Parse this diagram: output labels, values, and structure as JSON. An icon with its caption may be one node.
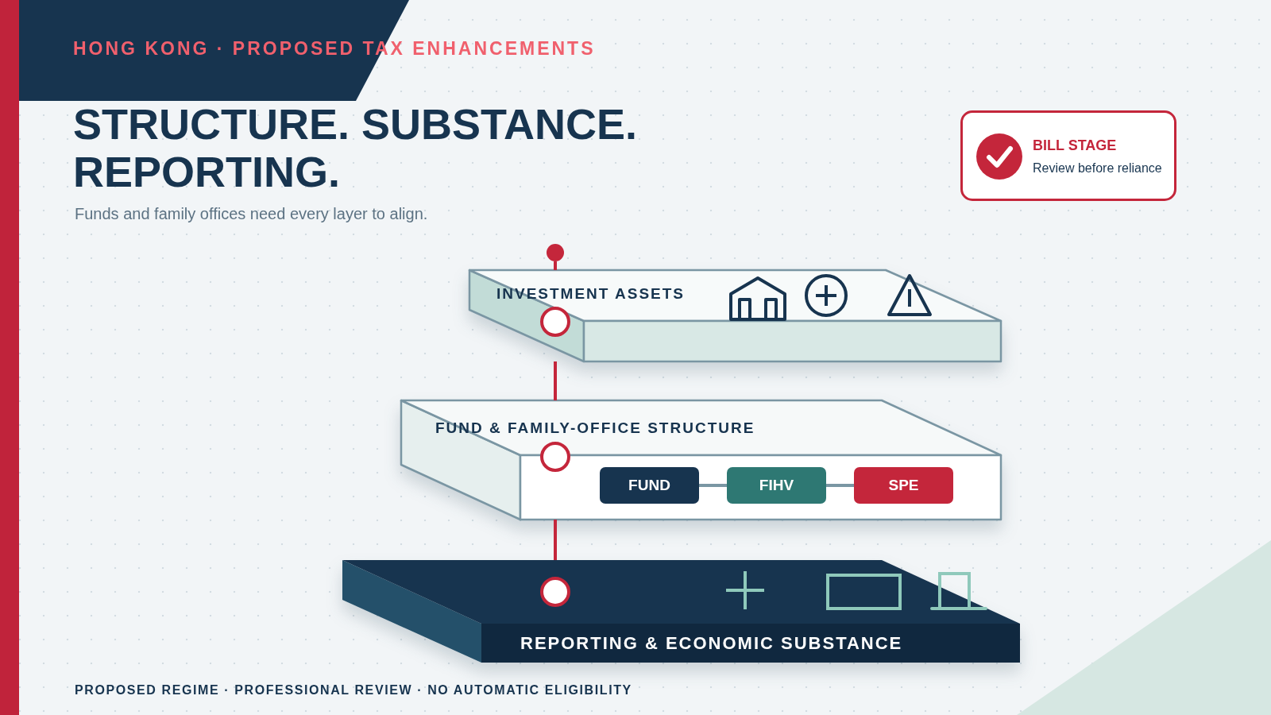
{
  "diagram": {
    "title": "STRUCTURE. SUBSTANCE. REPORTING.",
    "nodes": [
      {
        "text": [
          "INVESTMENT ASSETS"
        ]
      },
      {
        "text": [
          "FUND & FAMILY-OFFICE STRUCTURE"
        ]
      },
      {
        "text": [
          "FUND"
        ],
        "in": 1
      },
      {
        "text": [
          "FIHV"
        ],
        "in": 1
      },
      {
        "text": [
          "SPE"
        ],
        "in": 1
      },
      {
        "text": [
          "REPORTING & ECONOMIC SUBSTANCE"
        ]
      },
      {
        "text": [
          "BILL STAGE",
          "Review before reliance"
        ]
      },
      {
        "text": [],
        "shape": "circle"
      }
    ],
    "edges": [
      {
        "from": 7,
        "to": 0,
        "arrow": "none"
      },
      {
        "from": 0,
        "to": 1,
        "arrow": "none"
      },
      {
        "from": 1,
        "to": 5,
        "arrow": "none"
      },
      {
        "from": 2,
        "to": 3,
        "arrow": "none",
        "color": "#7a96a3"
      },
      {
        "from": 3,
        "to": 4,
        "arrow": "none",
        "color": "#7a96a3"
      }
    ],
    "labels": [
      "HONG KONG · PROPOSED TAX ENHANCEMENTS",
      "Funds and family offices need every layer to align.",
      "PROPOSED REGIME · PROFESSIONAL REVIEW · NO AUTOMATIC ELIGIBILITY"
    ]
  }
}
